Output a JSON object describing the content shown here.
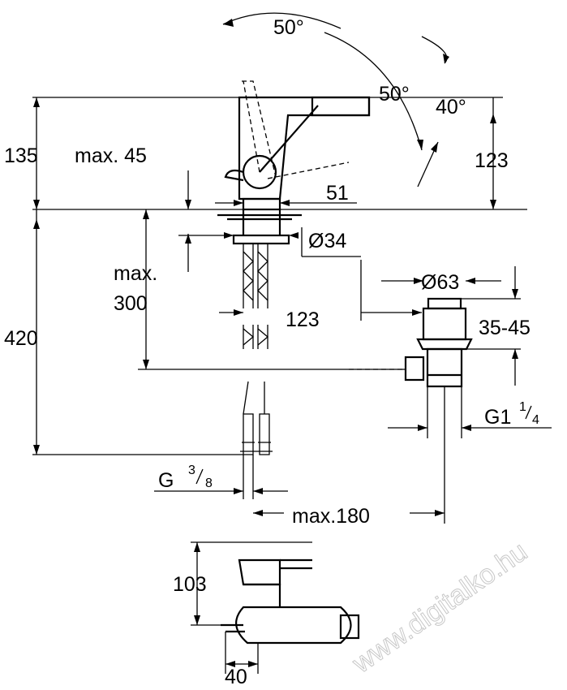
{
  "labels": {
    "angle_top": "50°",
    "angle_mid": "50°",
    "angle_right": "40°",
    "height_135": "135",
    "max_45": "max. 45",
    "height_123_right": "123",
    "width_51": "51",
    "dia_34": "Ø34",
    "max_word": "max.",
    "max_300": "300",
    "dist_123": "123",
    "height_420": "420",
    "dia_63": "Ø63",
    "range_35_45": "35-45",
    "g1_main": "G1",
    "g1_num": "1",
    "g1_den": "4",
    "g38_main": "G",
    "g38_num": "3",
    "g38_den": "8",
    "max_180": "max.180",
    "height_103": "103",
    "width_40": "40",
    "watermark": "www.digitalko.hu"
  }
}
